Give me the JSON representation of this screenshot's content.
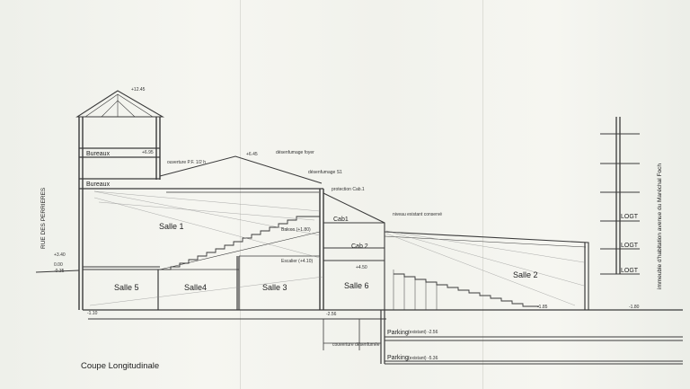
{
  "drawing": {
    "caption": "Coupe Longitudinale",
    "street_left": "RUE DES PERRIERES",
    "building_right": "immeuble d'habitation avenue du Maréchal Foch",
    "rooms": {
      "salle1": "Salle 1",
      "salle2": "Salle 2",
      "salle3": "Salle 3",
      "salle4": "Salle4",
      "salle5": "Salle 5",
      "salle6": "Salle 6",
      "cab1": "Cab1",
      "cab2": "Cab 2",
      "bureaux_top": "Bureaux",
      "bureaux_mid": "Bureaux",
      "parking1": "Parking",
      "parking2": "Parking",
      "logt1": "LOGT",
      "logt2": "LOGT",
      "logt3": "LOGT"
    },
    "notes": {
      "desenfumage_foyer": "désenfumage foyer",
      "desenfumage_s1": "désenfumage S1",
      "ouverture": "ouverture P.F. 1/2 h",
      "protection_cab1": "protection Cab.1",
      "niveau_existant": "niveau existant conservé",
      "parking1_note": "(existant) -2.56",
      "parking2_note": "(existant) -5.36",
      "couverture": "couverture désenfumée",
      "balcon": "Balcon (+1.80)",
      "escalier": "Escalier (+4.10)"
    },
    "levels": [
      "+12.45",
      "+6.95",
      "+6.45",
      "+4.50",
      "+3.40",
      "0.00",
      "-0.35",
      "-1.10",
      "-1.85",
      "-2.56",
      "-1.80"
    ]
  }
}
